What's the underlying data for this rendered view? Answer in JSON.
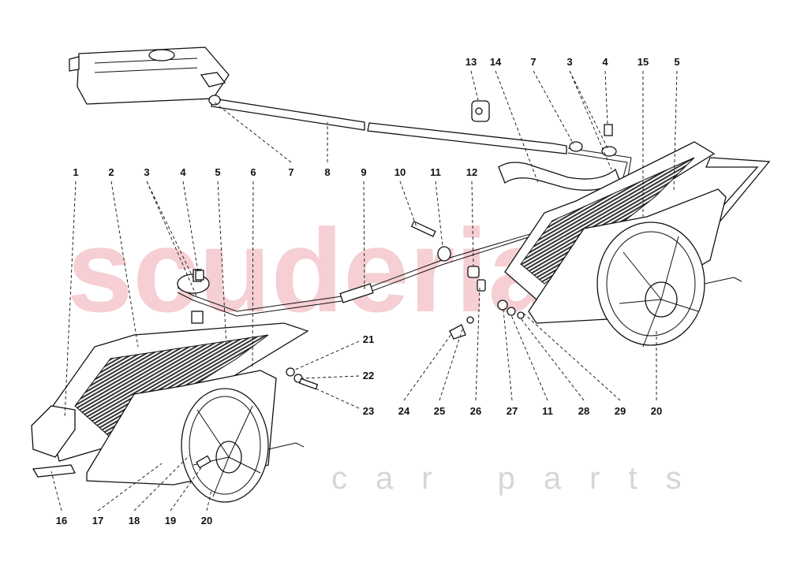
{
  "watermark": {
    "brand": "scuderia",
    "sub": "car parts",
    "brand_color": "#f4c7cc"
  },
  "callouts": {
    "top": [
      "13",
      "14",
      "7",
      "3",
      "4",
      "15",
      "5"
    ],
    "middle": [
      "1",
      "2",
      "3",
      "4",
      "5",
      "6",
      "7",
      "8",
      "9",
      "10",
      "11",
      "12"
    ],
    "side": [
      "21",
      "22",
      "23"
    ],
    "bottom_right": [
      "24",
      "25",
      "26",
      "27",
      "11",
      "28",
      "29",
      "20"
    ],
    "bottom_left": [
      "16",
      "17",
      "18",
      "19",
      "20"
    ]
  }
}
